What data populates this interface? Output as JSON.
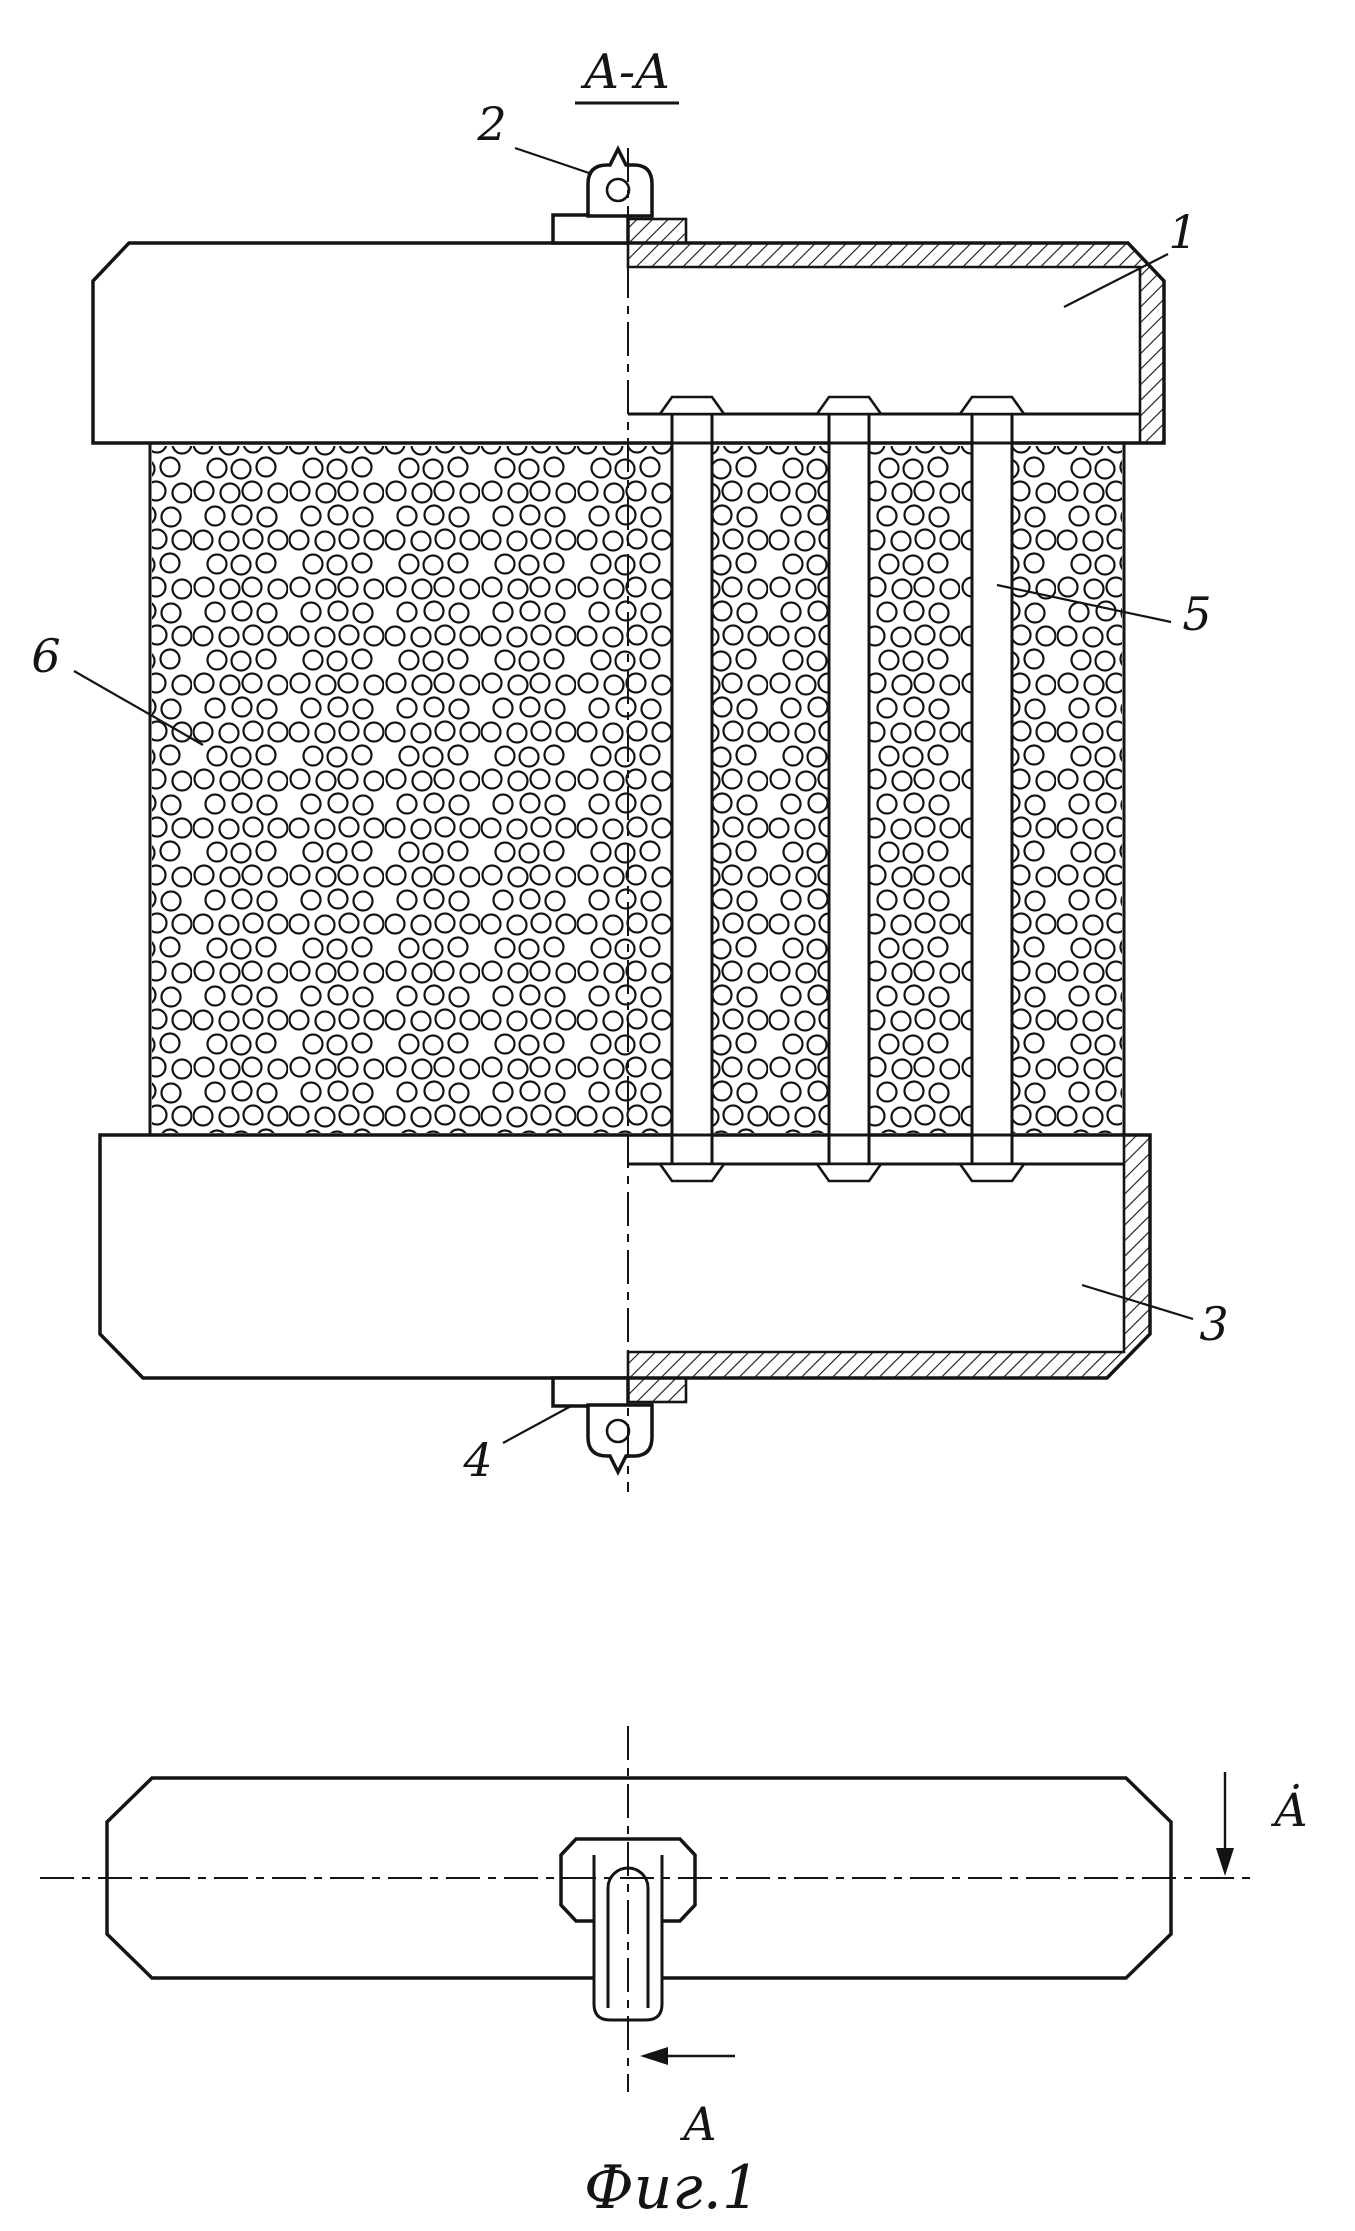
{
  "drawing": {
    "section_title": "A-A",
    "caption": "Фиг.1",
    "labels": {
      "l1": "1",
      "l2": "2",
      "l3": "3",
      "l4": "4",
      "l5": "5",
      "l6": "6"
    },
    "arrows": {
      "right": "Ȧ",
      "bottom": "A"
    }
  },
  "colors": {
    "ink": "#141414",
    "paper": "#ffffff"
  }
}
